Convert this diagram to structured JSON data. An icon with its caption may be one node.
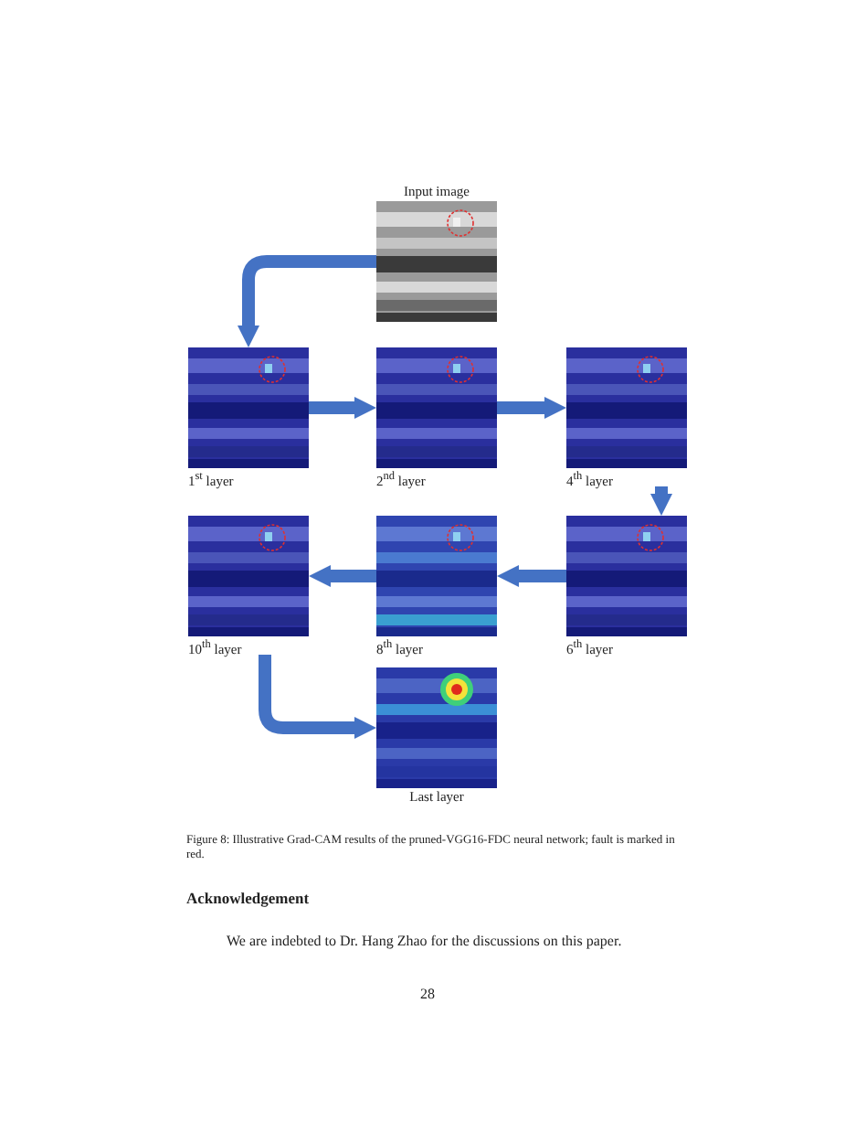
{
  "diagram": {
    "caption": "Figure 8: Illustrative Grad-CAM results of the pruned-VGG16-FDC neural network; fault is marked in red.",
    "nodes": [
      {
        "text": [
          "Input image"
        ]
      },
      {
        "text": [
          "1$^{st}$ layer"
        ]
      },
      {
        "text": [
          "2$^{nd}$ layer"
        ]
      },
      {
        "text": [
          "4$^{th}$ layer"
        ]
      },
      {
        "text": [
          "10$^{th}$ layer"
        ]
      },
      {
        "text": [
          "8$^{th}$ layer"
        ]
      },
      {
        "text": [
          "6$^{th}$ layer"
        ]
      },
      {
        "text": [
          "Last layer"
        ]
      }
    ],
    "edges": [
      {
        "from": 0,
        "to": 1,
        "arrow": "to"
      },
      {
        "from": 1,
        "to": 2,
        "arrow": "to"
      },
      {
        "from": 2,
        "to": 3,
        "arrow": "to"
      },
      {
        "from": 3,
        "to": 6,
        "arrow": "to"
      },
      {
        "from": 6,
        "to": 5,
        "arrow": "to"
      },
      {
        "from": 5,
        "to": 4,
        "arrow": "to"
      },
      {
        "from": 4,
        "to": 7,
        "arrow": "to"
      }
    ],
    "labels": [
      "Acknowledgement",
      "We are indebted to Dr. Hang Zhao for the discussions on this paper.",
      "28"
    ]
  }
}
